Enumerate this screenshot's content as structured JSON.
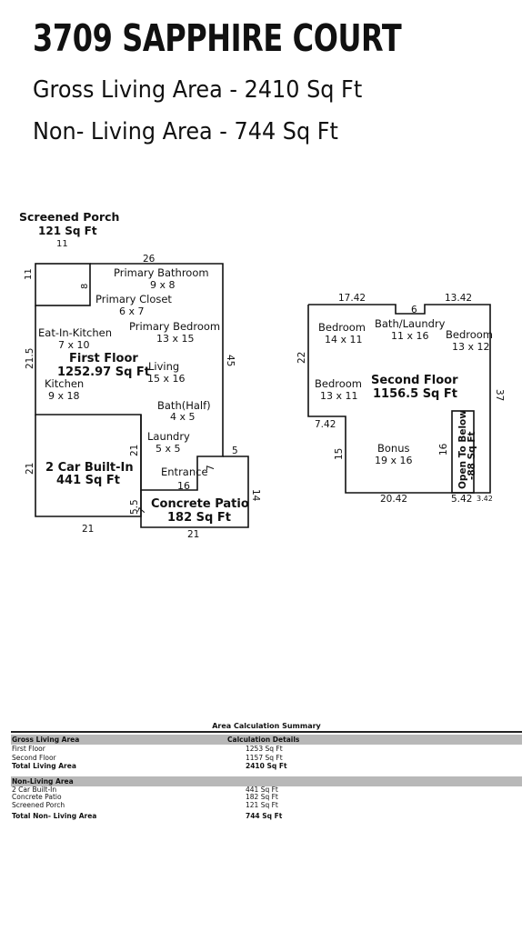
{
  "header": {
    "title": "3709 SAPPHIRE COURT",
    "gross_living": "Gross Living Area - 2410 Sq Ft",
    "non_living": "Non- Living Area - 744 Sq Ft"
  },
  "plan": {
    "screened_porch": {
      "name": "Screened Porch",
      "area": "121 Sq Ft",
      "dim_top": "11",
      "dim_left": "11",
      "dim_inner": "8"
    },
    "first_floor": {
      "name": "First Floor",
      "area": "1252.97 Sq Ft",
      "dim_top": "26",
      "dim_right": "45",
      "dim_left": "21.5",
      "rooms": {
        "primary_bath": {
          "name": "Primary Bathroom",
          "size": "9 x 8"
        },
        "primary_closet": {
          "name": "Primary Closet",
          "size": "6 x 7"
        },
        "primary_bed": {
          "name": "Primary Bedroom",
          "size": "13 x 15"
        },
        "eat_in_kitchen": {
          "name": "Eat-In-Kitchen",
          "size": "7 x 10"
        },
        "kitchen": {
          "name": "Kitchen",
          "size": "9 x 18"
        },
        "living": {
          "name": "Living",
          "size": "15 x 16"
        },
        "bath_half": {
          "name": "Bath(Half)",
          "size": "4 x 5"
        },
        "laundry": {
          "name": "Laundry",
          "size": "5 x 5"
        },
        "entrance": {
          "name": "Entrance",
          "size": "16",
          "side": "7"
        }
      }
    },
    "garage": {
      "name": "2 Car Built-In",
      "area": "441 Sq Ft",
      "dim_left": "21",
      "dim_right": "21",
      "dim_bottom": "21"
    },
    "patio": {
      "name": "Concrete Patio",
      "area": "182 Sq Ft",
      "dim_top": "5",
      "dim_right": "14",
      "dim_left": "5.5",
      "dim_slash": "7",
      "dim_bottom": "21"
    },
    "second_floor": {
      "name": "Second Floor",
      "area": "1156.5 Sq Ft",
      "dim_top_left": "17.42",
      "dim_top_mid": "6",
      "dim_top_right": "13.42",
      "dim_left": "22",
      "dim_right": "37",
      "dim_step": "7.42",
      "dim_left_lower": "15",
      "dim_bottom": "20.42",
      "dim_bottom_right": "5.42",
      "dim_bottom_far": "3.42",
      "rooms": {
        "bed1": {
          "name": "Bedroom",
          "size": "14 x 11"
        },
        "bath_laundry": {
          "name": "Bath/Laundry",
          "size": "11 x 16"
        },
        "bed2": {
          "name": "Bedroom",
          "size": "13 x 12"
        },
        "bed3": {
          "name": "Bedroom",
          "size": "13 x 11"
        },
        "bonus": {
          "name": "Bonus",
          "size": "19 x 16",
          "side": "16"
        },
        "open_below": {
          "name": "Open To Below",
          "area": "-88 Sq Ft"
        }
      }
    }
  },
  "summary": {
    "title": "Area Calculation Summary",
    "gross_header": "Gross Living Area",
    "calc_header": "Calculation Details",
    "gross_rows": [
      {
        "label": "First Floor",
        "value": "1253 Sq Ft"
      },
      {
        "label": "Second Floor",
        "value": "1157 Sq Ft"
      }
    ],
    "gross_total": {
      "label": "Total Living Area",
      "value": "2410 Sq Ft"
    },
    "non_header": "Non-Living Area",
    "non_rows": [
      {
        "label": "2 Car Built-In",
        "value": "441 Sq Ft"
      },
      {
        "label": "Concrete Patio",
        "value": "182 Sq Ft"
      },
      {
        "label": "Screened Porch",
        "value": "121 Sq Ft"
      }
    ],
    "non_total": {
      "label": "Total Non- Living Area",
      "value": "744 Sq Ft"
    }
  }
}
